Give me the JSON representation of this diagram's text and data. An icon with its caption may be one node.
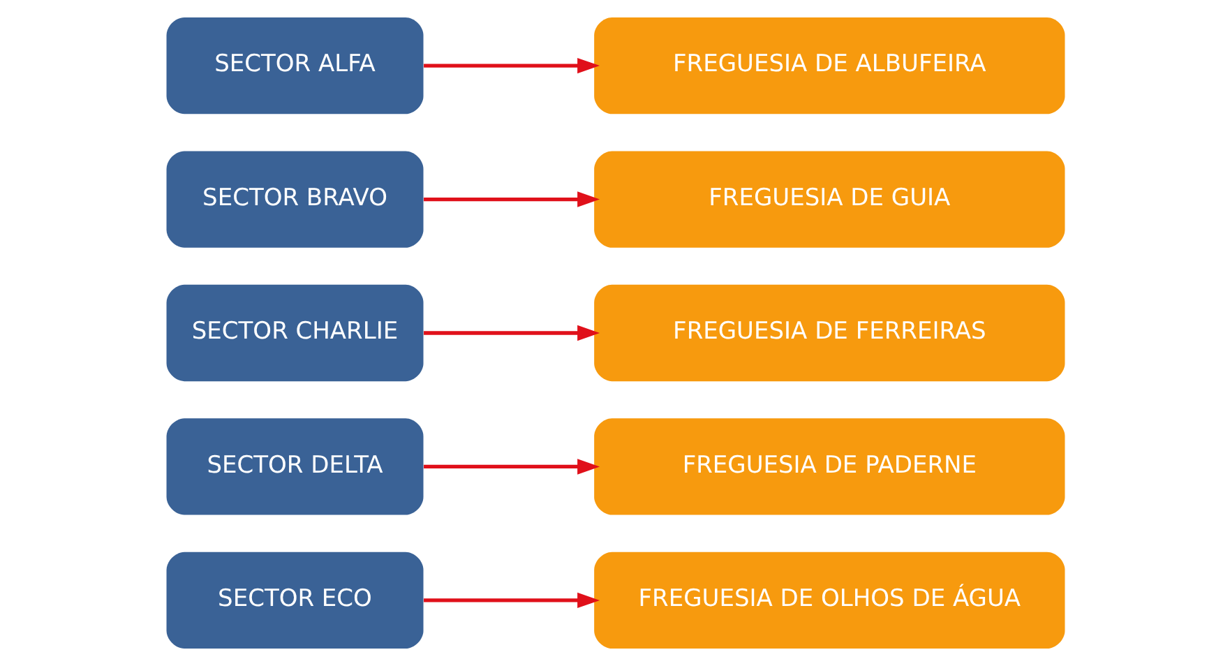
{
  "diagram": {
    "nodes": [
      {
        "text": [
          "SECTOR ALFA"
        ]
      },
      {
        "text": [
          "FREGUESIA DE ALBUFEIRA"
        ]
      },
      {
        "text": [
          "SECTOR BRAVO"
        ]
      },
      {
        "text": [
          "FREGUESIA DE GUIA"
        ]
      },
      {
        "text": [
          "SECTOR CHARLIE"
        ]
      },
      {
        "text": [
          "FREGUESIA DE FERREIRAS"
        ]
      },
      {
        "text": [
          "SECTOR DELTA"
        ]
      },
      {
        "text": [
          "FREGUESIA DE PADERNE"
        ]
      },
      {
        "text": [
          "SECTOR ECO"
        ]
      },
      {
        "text": [
          "FREGUESIA DE OLHOS DE ÁGUA"
        ]
      }
    ],
    "edges": [
      {
        "from": 0,
        "to": 1,
        "arrow": "to"
      },
      {
        "from": 2,
        "to": 3,
        "arrow": "to"
      },
      {
        "from": 4,
        "to": 5,
        "arrow": "to"
      },
      {
        "from": 6,
        "to": 7,
        "arrow": "to"
      },
      {
        "from": 8,
        "to": 9,
        "arrow": "to"
      }
    ]
  }
}
